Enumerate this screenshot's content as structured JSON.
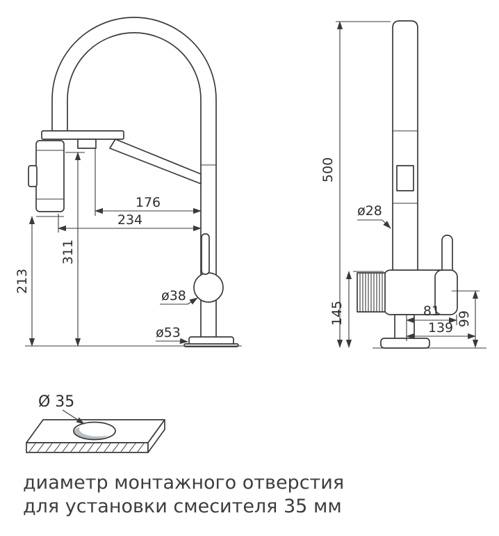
{
  "left_view": {
    "width_176": "176",
    "width_234": "234",
    "height_311": "311",
    "height_213": "213",
    "dia_38": "ø38",
    "dia_53": "ø53"
  },
  "right_view": {
    "height_500": "500",
    "dia_28": "ø28",
    "height_145": "145",
    "width_81": "81",
    "width_139": "139",
    "height_99": "99"
  },
  "mounting_hole": {
    "dia_35": "Ø 35"
  },
  "caption": {
    "line1": "диаметр монтажного отверстия",
    "line2": "для установки смесителя 35 мм"
  }
}
